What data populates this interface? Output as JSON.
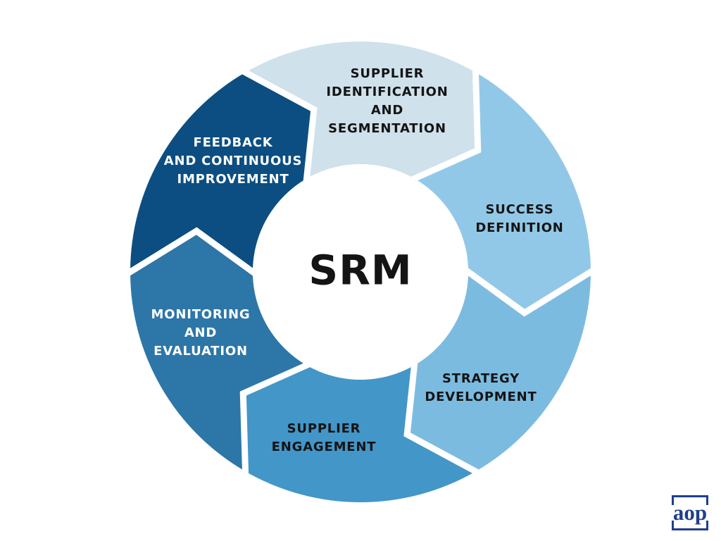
{
  "diagram": {
    "center_label": "SRM",
    "center_text_color": "#141414",
    "gap_color": "#ffffff",
    "flow": "clockwise",
    "segments": [
      {
        "name": "supplier-identification-and-segmentation",
        "lines": [
          "SUPPLIER",
          "IDENTIFICATION",
          "AND",
          "SEGMENTATION"
        ],
        "color": "#cfe1eb",
        "text_color": "#141414"
      },
      {
        "name": "success-definition",
        "lines": [
          "SUCCESS",
          "DEFINITION"
        ],
        "color": "#92c8e7",
        "text_color": "#141414"
      },
      {
        "name": "strategy-development",
        "lines": [
          "STRATEGY",
          "DEVELOPMENT"
        ],
        "color": "#7cbbe0",
        "text_color": "#141414"
      },
      {
        "name": "supplier-engagement",
        "lines": [
          "SUPPLIER",
          "ENGAGEMENT"
        ],
        "color": "#4396c8",
        "text_color": "#141414"
      },
      {
        "name": "monitoring-and-evaluation",
        "lines": [
          "MONITORING",
          "AND",
          "EVALUATION"
        ],
        "color": "#2d76a8",
        "text_color": "#ffffff"
      },
      {
        "name": "feedback-and-continuous-improvement",
        "lines": [
          "FEEDBACK",
          "AND CONTINUOUS",
          "IMPROVEMENT"
        ],
        "color": "#0c4e81",
        "text_color": "#ffffff"
      }
    ]
  },
  "logo": {
    "text": "aop",
    "color": "#1f3f8e"
  }
}
